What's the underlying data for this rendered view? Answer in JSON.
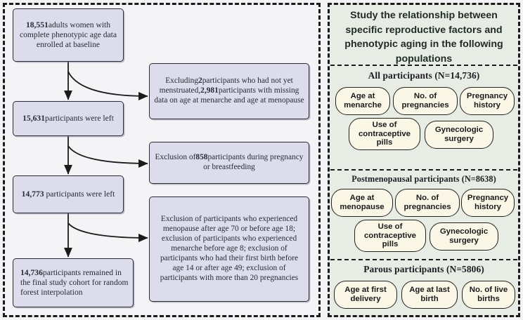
{
  "colors": {
    "flow_box_fill": "#dcdcec",
    "flow_box_border": "#2b2b33",
    "left_panel_bg": "#f4f4f7",
    "right_panel_bg": "#e7ece5",
    "pill_fill": "#faf7e6",
    "pill_border": "#22221f",
    "dash_border": "#1b1b1b"
  },
  "flow": {
    "boxes": [
      {
        "id": "cohort-baseline",
        "name": "flow-box-baseline-cohort",
        "segments": [
          {
            "text": "18,551",
            "bold": true
          },
          {
            "text": "adults women with complete phenotypic age data enrolled at baseline",
            "bold": false
          }
        ]
      },
      {
        "id": "exclusion-1",
        "name": "flow-box-exclusion-menstruation",
        "segments": [
          {
            "text": "Excluding",
            "bold": false
          },
          {
            "text": "2",
            "bold": true
          },
          {
            "text": "participants who had not yet menstruated,",
            "bold": false
          },
          {
            "text": "2,981",
            "bold": true
          },
          {
            "text": "participants with missing data on age at menarche and age at menopause",
            "bold": false
          }
        ]
      },
      {
        "id": "remain-15631",
        "name": "flow-box-remaining-15631",
        "segments": [
          {
            "text": "15,631",
            "bold": true
          },
          {
            "text": "participants were left",
            "bold": false
          }
        ]
      },
      {
        "id": "exclusion-2",
        "name": "flow-box-exclusion-pregnancy",
        "segments": [
          {
            "text": "Exclusion of",
            "bold": false
          },
          {
            "text": "858",
            "bold": true
          },
          {
            "text": "participants during pregnancy or breastfeeding",
            "bold": false
          }
        ]
      },
      {
        "id": "remain-14773",
        "name": "flow-box-remaining-14773",
        "segments": [
          {
            "text": "14,773",
            "bold": true
          },
          {
            "text": " participants were left",
            "bold": false
          }
        ]
      },
      {
        "id": "exclusion-3",
        "name": "flow-box-exclusion-age-criteria",
        "segments": [
          {
            "text": "Exclusion of participants who experienced menopause after age 70 or before age 18; exclusion of participants who experienced menarche before age 8; exclusion of participants who had their first birth before age 14 or after age 49; exclusion of participants with more than 20 pregnancies",
            "bold": false
          }
        ]
      },
      {
        "id": "final-cohort",
        "name": "flow-box-final-cohort",
        "segments": [
          {
            "text": "14,736",
            "bold": true
          },
          {
            "text": "participants remained in the final study cohort for random forest interpolation",
            "bold": false
          }
        ]
      }
    ]
  },
  "right_panel": {
    "title": "Study the relationship between specific reproductive factors and phenotypic aging in the following populations",
    "sections": [
      {
        "id": "all-participants",
        "heading": "All participants (N=14,736)",
        "pills": [
          {
            "label": "Age at menarche"
          },
          {
            "label": "No. of pregnancies"
          },
          {
            "label": "Pregnancy history"
          },
          {
            "label": "Use of contraceptive pills"
          },
          {
            "label": "Gynecologic surgery"
          }
        ]
      },
      {
        "id": "postmenopausal-participants",
        "heading": "Postmenopausal participants (N=8638)",
        "pills": [
          {
            "label": "Age at menopause"
          },
          {
            "label": "No. of pregnancies"
          },
          {
            "label": "Pregnancy history"
          },
          {
            "label": "Use of contraceptive pills"
          },
          {
            "label": "Gynecologic surgery"
          }
        ]
      },
      {
        "id": "parous-participants",
        "heading": "Parous participants (N=5806)",
        "pills": [
          {
            "label": "Age at first delivery"
          },
          {
            "label": "Age at last birth"
          },
          {
            "label": "No. of live births"
          }
        ]
      }
    ]
  }
}
